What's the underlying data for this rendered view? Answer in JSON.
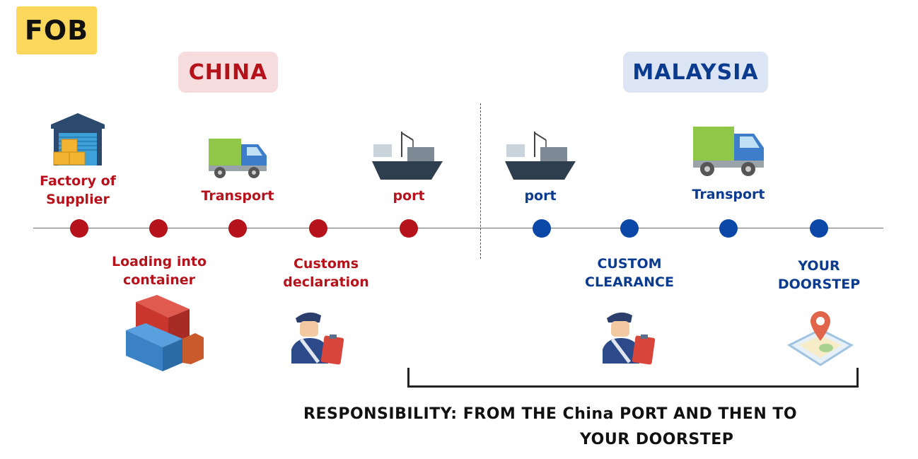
{
  "badge": "FOB",
  "regions": {
    "china": "CHINA",
    "malaysia": "MALAYSIA"
  },
  "labels": {
    "factory_line1": "Factory of",
    "factory_line2": "Supplier",
    "transport_cn": "Transport",
    "port_cn": "port",
    "loading_line1": "Loading into",
    "loading_line2": "container",
    "customs_line1": "Customs",
    "customs_line2": "declaration",
    "port_my": "port",
    "transport_my": "Transport",
    "custom_line1": "CUSTOM",
    "custom_line2": "CLEARANCE",
    "doorstep_line1": "YOUR",
    "doorstep_line2": "DOORSTEP"
  },
  "responsibility": {
    "line1": "RESPONSIBILITY:  FROM THE China PORT AND THEN TO",
    "line2": "YOUR DOORSTEP"
  },
  "colors": {
    "china": "#b5121b",
    "malaysia": "#0b47a6",
    "badge": "#fbd75b"
  },
  "timeline": {
    "china_stops": 5,
    "malaysia_stops": 4
  }
}
